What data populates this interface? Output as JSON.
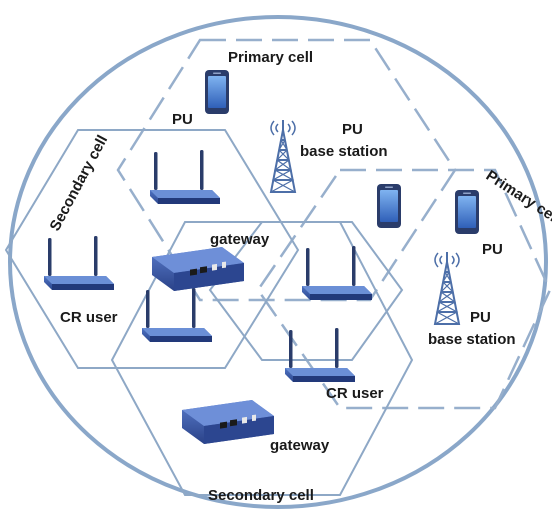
{
  "labels": {
    "primary_cell_top": "Primary cell",
    "primary_cell_right": "Primary cell",
    "secondary_cell_left": "Secondary cell",
    "secondary_cell_bottom": "Secondary cell",
    "pu_top": "PU",
    "pu_right": "PU",
    "pu_base_station_1_line1": "PU",
    "pu_base_station_1_line2": "base station",
    "pu_base_station_2_line1": "PU",
    "pu_base_station_2_line2": "base station",
    "gateway_center": "gateway",
    "gateway_bottom": "gateway",
    "cr_user_left": "CR user",
    "cr_user_right": "CR user"
  },
  "colors": {
    "outer_circle": "#8aa7c9",
    "primary_cell_dash": "#97afcc",
    "secondary_cell": "#8ea8c6",
    "router_body": "#3a5ca8",
    "router_dark": "#263c78",
    "gateway_body": "#3550a0",
    "tower": "#4d6fa8",
    "phone_body": "#2a3c6a",
    "phone_screen": "#4a7fd6"
  }
}
